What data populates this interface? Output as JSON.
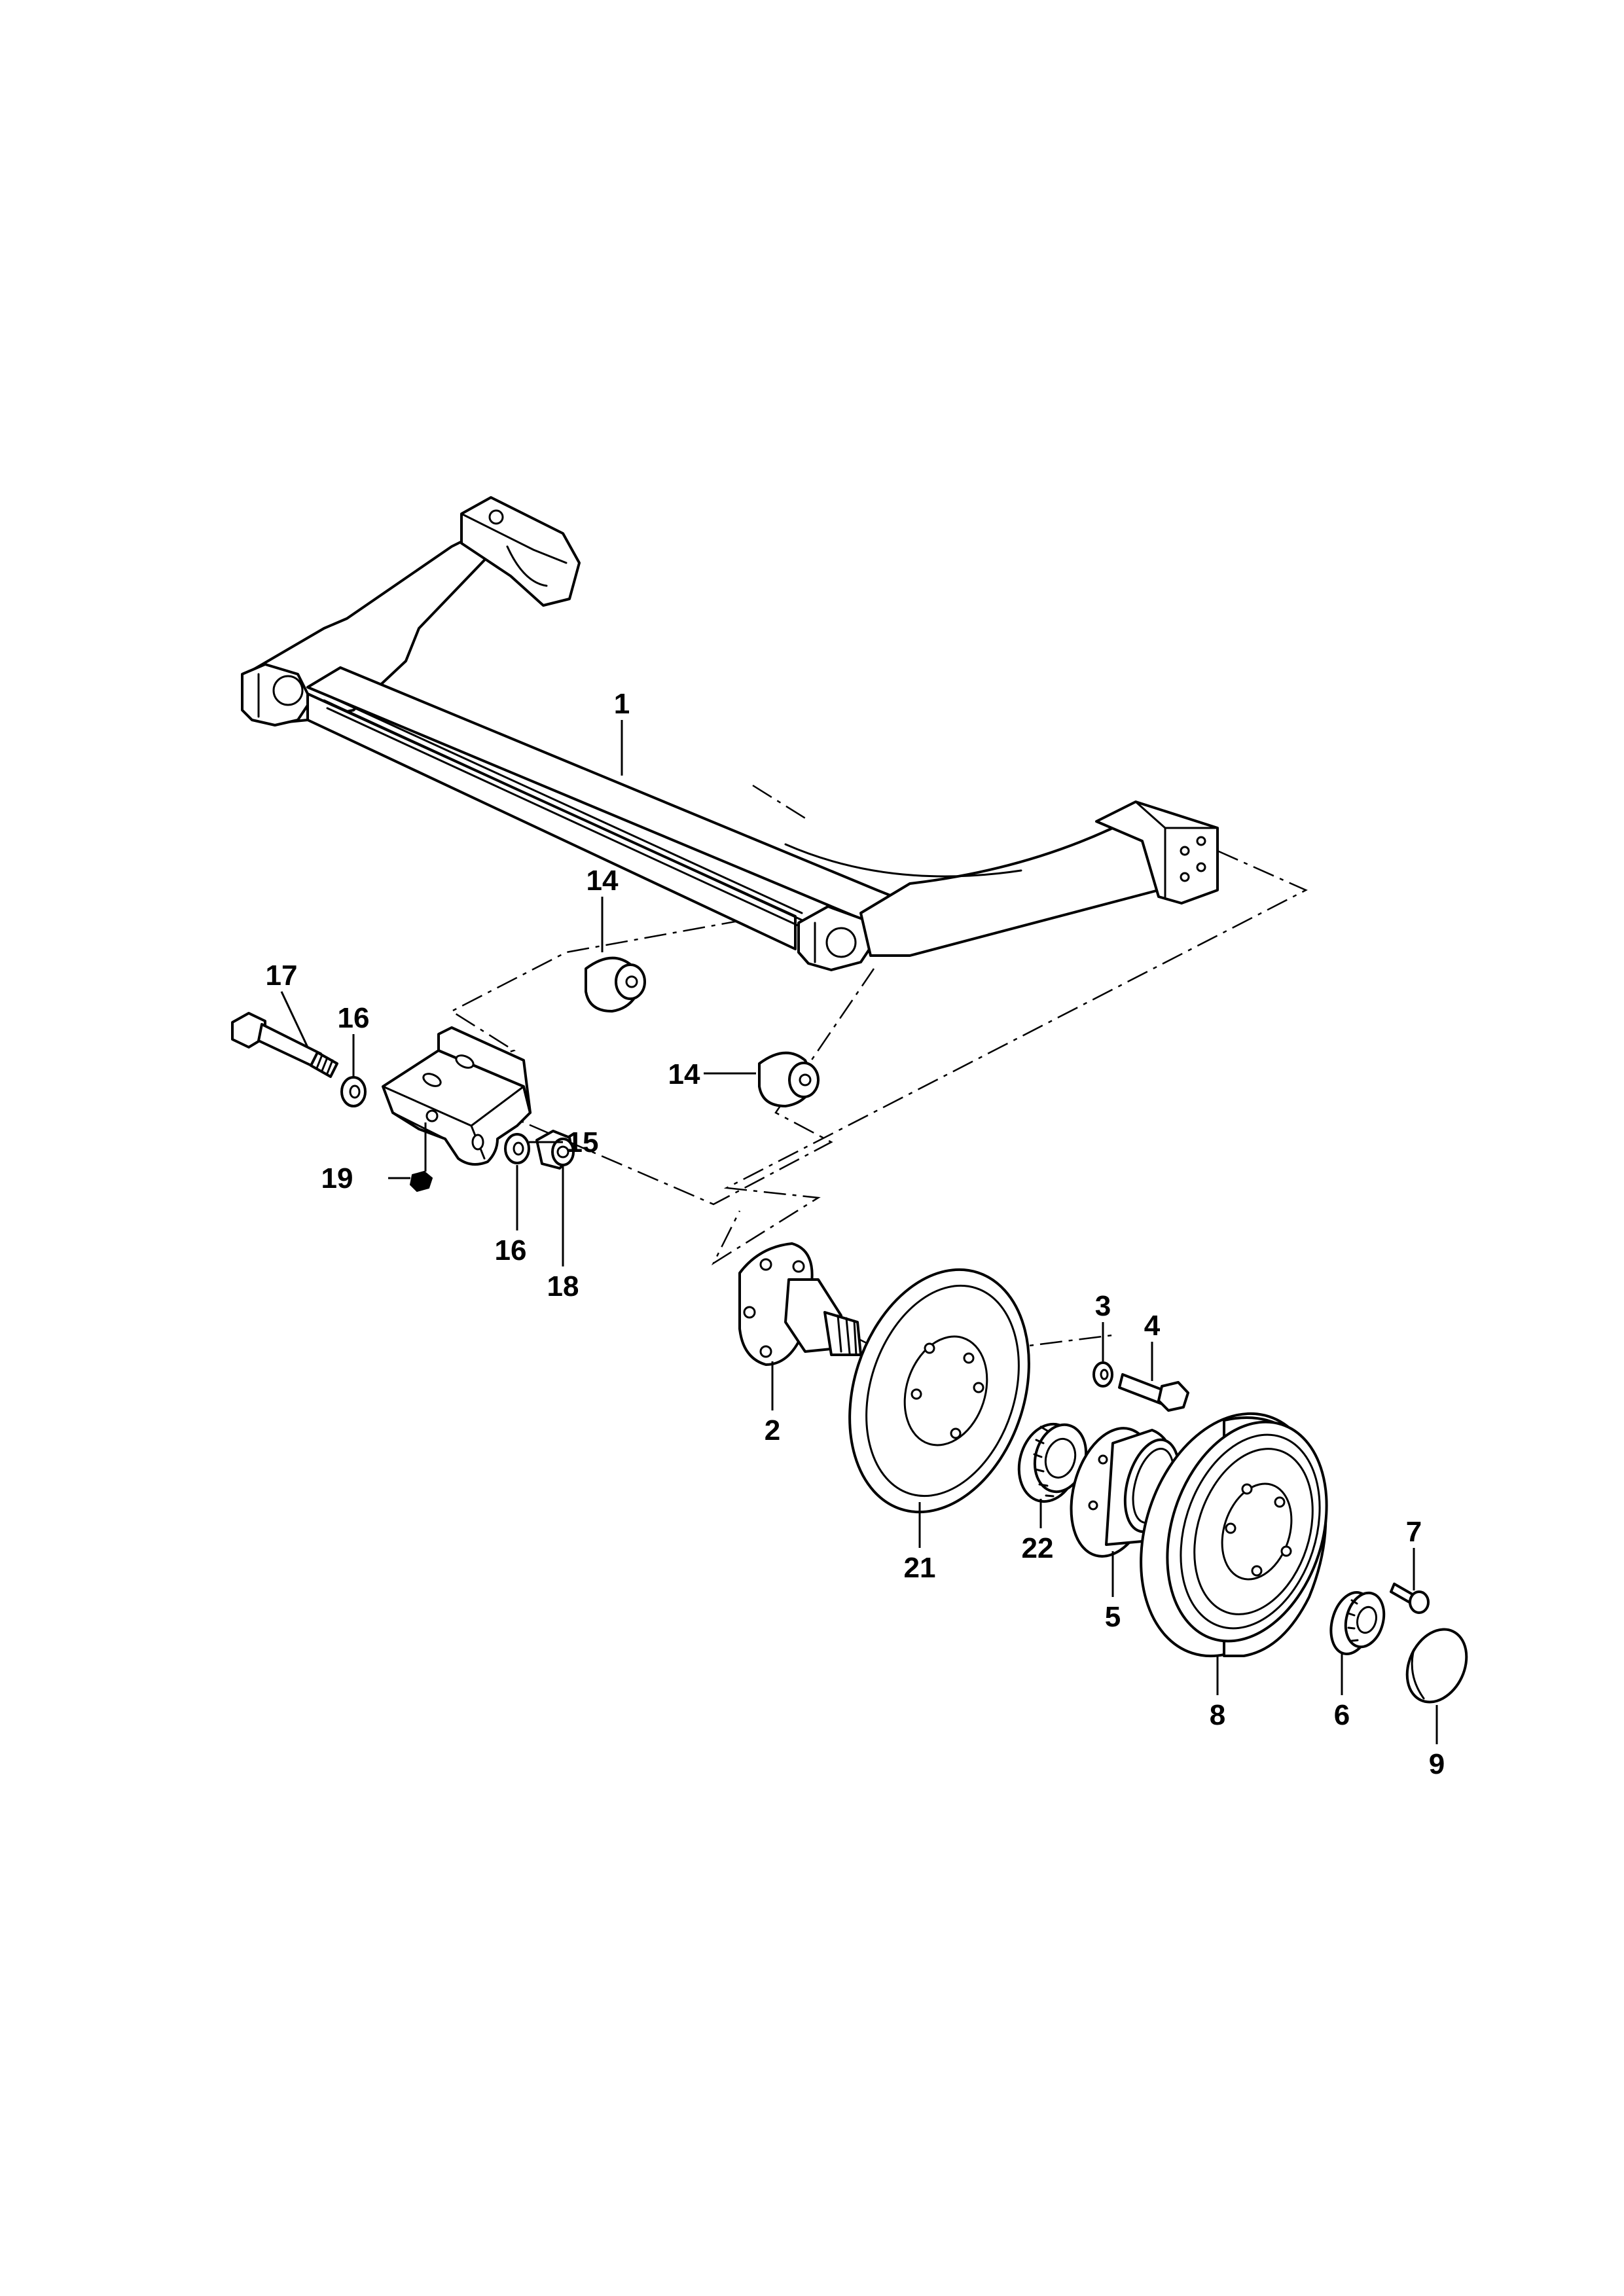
{
  "callouts": {
    "c1": "1",
    "c2": "2",
    "c3": "3",
    "c4": "4",
    "c5": "5",
    "c6": "6",
    "c7": "7",
    "c8": "8",
    "c9": "9",
    "c14a": "14",
    "c14b": "14",
    "c15": "15",
    "c16a": "16",
    "c16b": "16",
    "c17": "17",
    "c18": "18",
    "c19": "19",
    "c21": "21",
    "c22": "22"
  }
}
